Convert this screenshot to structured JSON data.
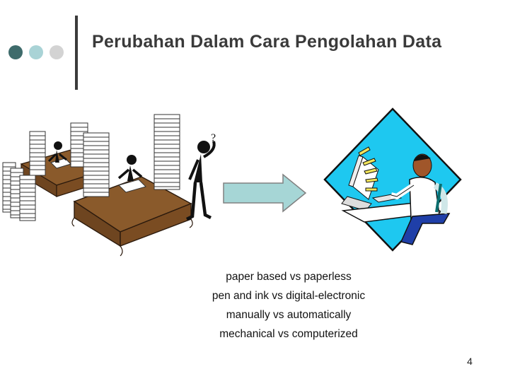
{
  "slide": {
    "title": "Perubahan Dalam Cara Pengolahan Data",
    "page_number": "4",
    "bullets": [
      "paper based vs paperless",
      "pen and ink vs digital-electronic",
      "manually vs automatically",
      "mechanical vs computerized"
    ]
  },
  "illustrations": {
    "left": "office-clerks-with-paper-stacks-illustration",
    "arrow": "right-arrow-icon",
    "right": "person-at-computer-illustration",
    "confused_mark": "?"
  },
  "colors": {
    "dot_1": "#3e6b6b",
    "dot_2": "#a9d3d6",
    "dot_3": "#d3d3d3",
    "title": "#3a3a3a",
    "arrow_fill": "#a6d6d6",
    "desk_fill": "#8a5a2b",
    "diamond_fill": "#1ec8f0"
  }
}
